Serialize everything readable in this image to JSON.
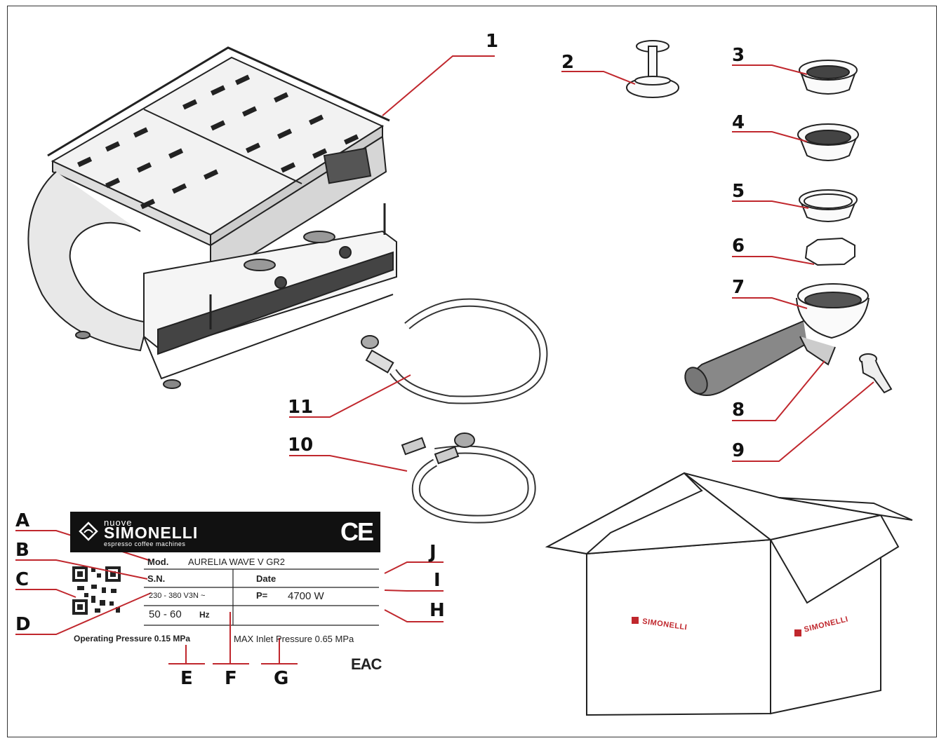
{
  "callouts": {
    "n1": "1",
    "n2": "2",
    "n3": "3",
    "n4": "4",
    "n5": "5",
    "n6": "6",
    "n7": "7",
    "n8": "8",
    "n9": "9",
    "n10": "10",
    "n11": "11",
    "A": "A",
    "B": "B",
    "C": "C",
    "D": "D",
    "E": "E",
    "F": "F",
    "G": "G",
    "H": "H",
    "I": "I",
    "J": "J"
  },
  "plate": {
    "brand_small": "nuove",
    "brand": "SIMONELLI",
    "tagline": "espresso coffee machines",
    "ce_mark": "CE",
    "model_label": "Mod.",
    "model_value": "AURELIA WAVE V GR2",
    "sn_label": "S.N.",
    "date_label": "Date",
    "voltage": "230 - 380 V3N ~",
    "power_label": "P=",
    "power_value": "4700 W",
    "frequency": "50 - 60",
    "frequency_unit": "Hz",
    "operating_pressure": "Operating Pressure 0.15 MPa",
    "max_inlet_pressure": "MAX Inlet Pressure 0.65 MPa",
    "eac_mark": "EAC"
  },
  "box": {
    "logo_left": "SIMONELLI",
    "logo_right": "SIMONELLI"
  },
  "colors": {
    "leader": "#c0272d",
    "line": "#222222"
  }
}
